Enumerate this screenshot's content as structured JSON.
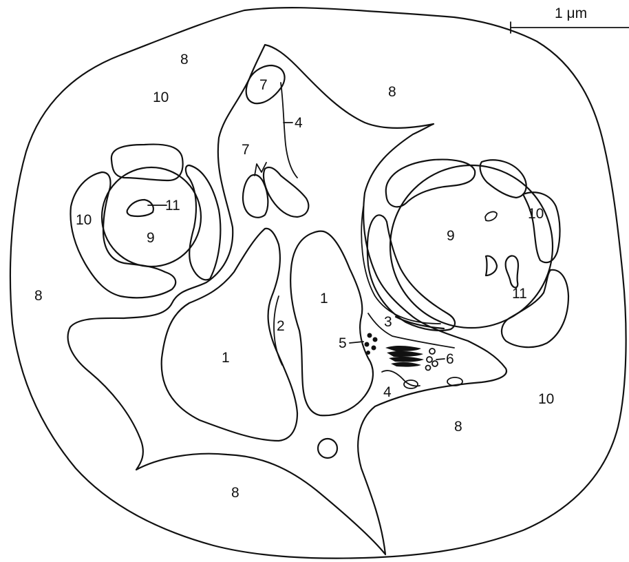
{
  "scale_bar": {
    "label": "1 μm"
  },
  "labels": {
    "l1_left": "1",
    "l1_center": "1",
    "l2": "2",
    "l3": "3",
    "l4_top": "4",
    "l4_bottom": "4",
    "l5": "5",
    "l6": "6",
    "l7_top": "7",
    "l7_mid": "7",
    "l8_top_left": "8",
    "l8_top_right": "8",
    "l8_left": "8",
    "l8_bottom_right": "8",
    "l8_bottom": "8",
    "l9_left": "9",
    "l9_right": "9",
    "l10_top_left": "10",
    "l10_left": "10",
    "l10_right": "10",
    "l10_bottom_right": "10",
    "l11_left": "11",
    "l11_right": "11"
  }
}
